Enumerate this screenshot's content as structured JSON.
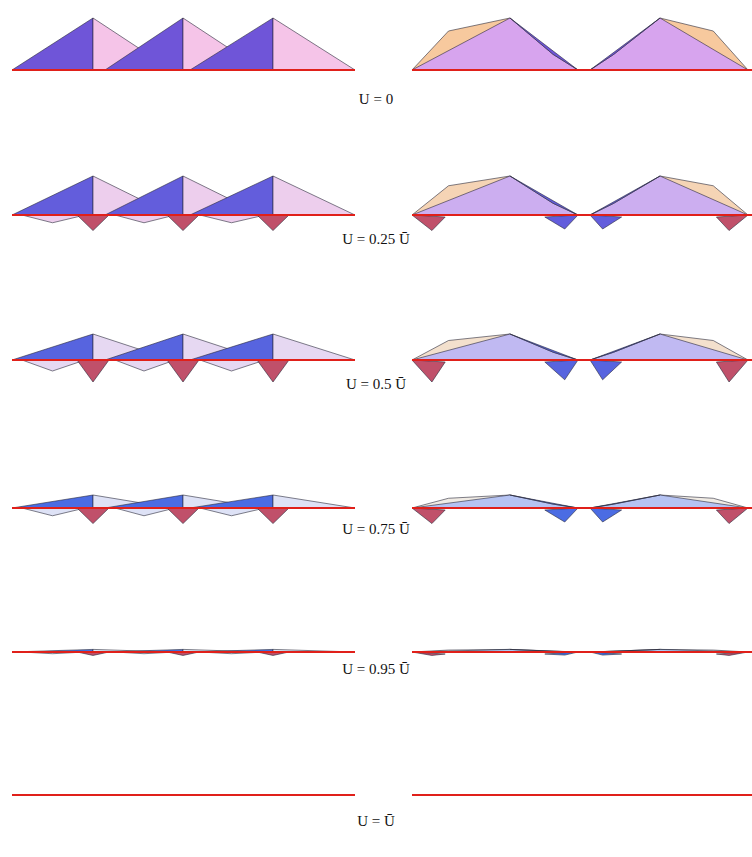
{
  "diagram": {
    "labels": [
      "U = 0",
      "U = 0.25 Ū",
      "U = 0.5 Ū",
      "U = 0.75 Ū",
      "U = 0.95 Ū",
      "U = Ū"
    ]
  }
}
